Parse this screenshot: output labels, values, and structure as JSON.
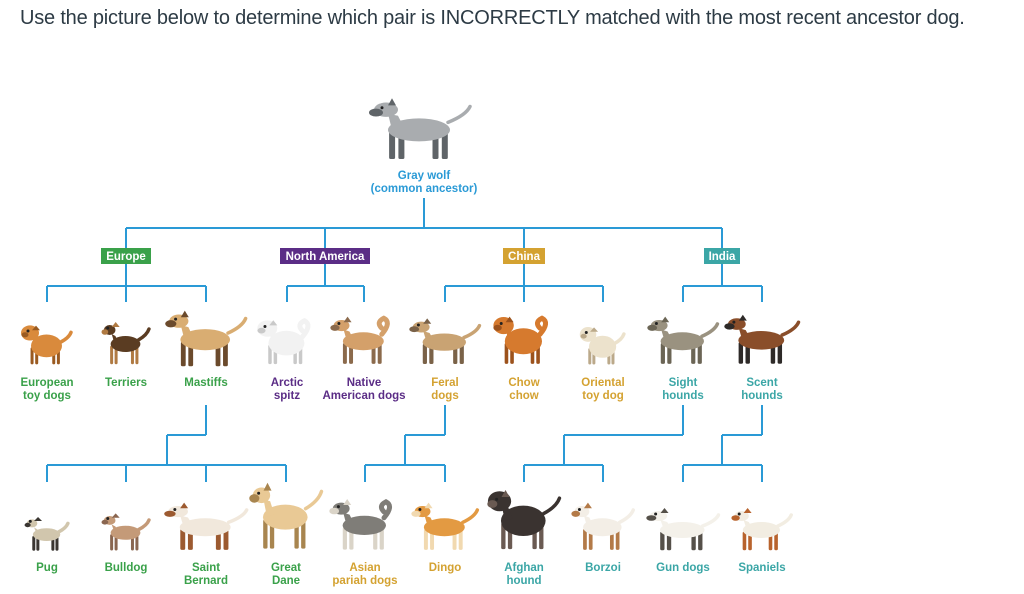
{
  "question": "Use the picture below to determine which pair is INCORRECTLY matched with the most recent ancestor dog.",
  "colors": {
    "line": "#2a9ad6",
    "europe": "#3aa14a",
    "north_america": "#5b2d86",
    "china": "#d4a231",
    "india": "#3ba6a6",
    "breed_europe": "#3aa14a",
    "breed_na": "#5b2d86",
    "breed_china": "#d4a231",
    "breed_india": "#3ba6a6"
  },
  "root": {
    "line1": "Gray wolf",
    "line2": "(common ancestor)"
  },
  "regions": {
    "europe": "Europe",
    "north_america": "North America",
    "china": "China",
    "india": "India"
  },
  "breeds": {
    "european_toy_dogs": [
      "European",
      "toy dogs"
    ],
    "terriers": [
      "Terriers"
    ],
    "mastiffs": [
      "Mastiffs"
    ],
    "arctic_spitz": [
      "Arctic",
      "spitz"
    ],
    "native_american_dogs": [
      "Native",
      "American dogs"
    ],
    "feral_dogs": [
      "Feral",
      "dogs"
    ],
    "chow_chow": [
      "Chow",
      "chow"
    ],
    "oriental_toy_dog": [
      "Oriental",
      "toy dog"
    ],
    "sight_hounds": [
      "Sight",
      "hounds"
    ],
    "scent_hounds": [
      "Scent",
      "hounds"
    ],
    "pug": [
      "Pug"
    ],
    "bulldog": [
      "Bulldog"
    ],
    "saint_bernard": [
      "Saint",
      "Bernard"
    ],
    "great_dane": [
      "Great",
      "Dane"
    ],
    "asian_pariah_dogs": [
      "Asian",
      "pariah dogs"
    ],
    "dingo": [
      "Dingo"
    ],
    "afghan_hound": [
      "Afghan",
      "hound"
    ],
    "borzoi": [
      "Borzoi"
    ],
    "gun_dogs": [
      "Gun dogs"
    ],
    "spaniels": [
      "Spaniels"
    ]
  }
}
